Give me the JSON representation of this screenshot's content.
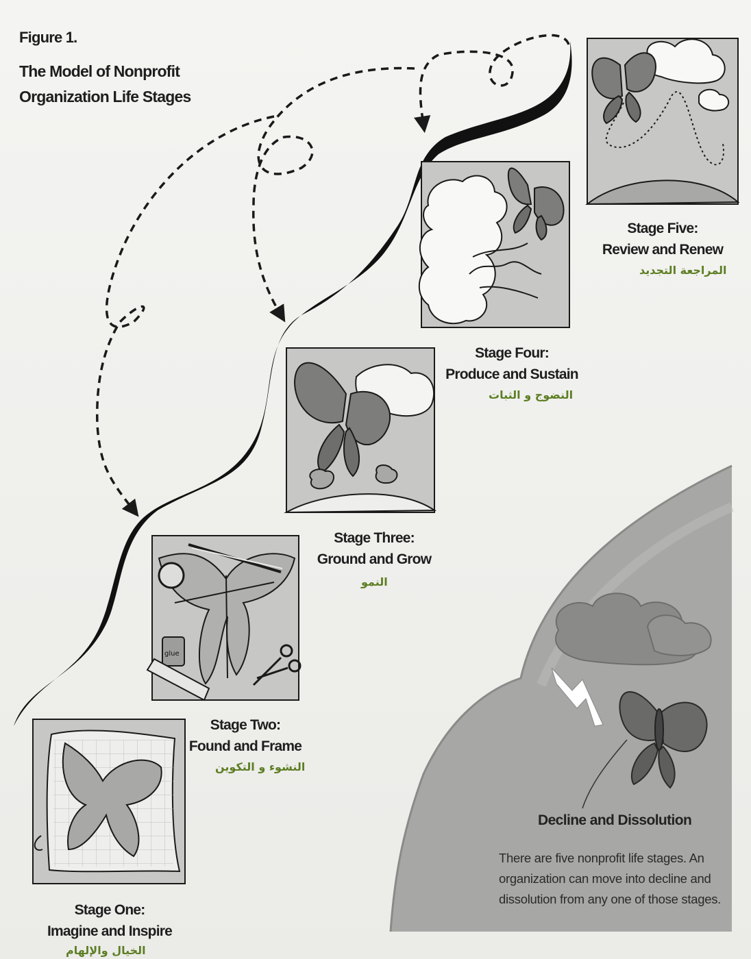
{
  "figure": {
    "number": "Figure 1.",
    "title_line1": "The Model of Nonprofit",
    "title_line2": "Organization Life Stages"
  },
  "stages": [
    {
      "label": "Stage One:",
      "name": "Imagine and Inspire",
      "arabic": "الخيال والإلهام"
    },
    {
      "label": "Stage Two:",
      "name": "Found and Frame",
      "arabic": "النشوء و التكوين"
    },
    {
      "label": "Stage Three:",
      "name": "Ground and Grow",
      "arabic": "النمو"
    },
    {
      "label": "Stage Four:",
      "name": "Produce and Sustain",
      "arabic": "النضوج و الثبات"
    },
    {
      "label": "Stage Five:",
      "name": "Review and Renew",
      "arabic": "المراجعة التجديد"
    }
  ],
  "decline": {
    "title": "Decline and Dissolution",
    "description": "There are five nonprofit life stages. An organization can move into decline and dissolution from any one of those stages."
  },
  "illustrations": {
    "glue_label": "glue"
  },
  "colors": {
    "arabic_text": "#5d7e23",
    "panel_bg": "#c9c9c7",
    "decline_bg": "#a9a9a7",
    "stroke": "#1a1a1a"
  }
}
